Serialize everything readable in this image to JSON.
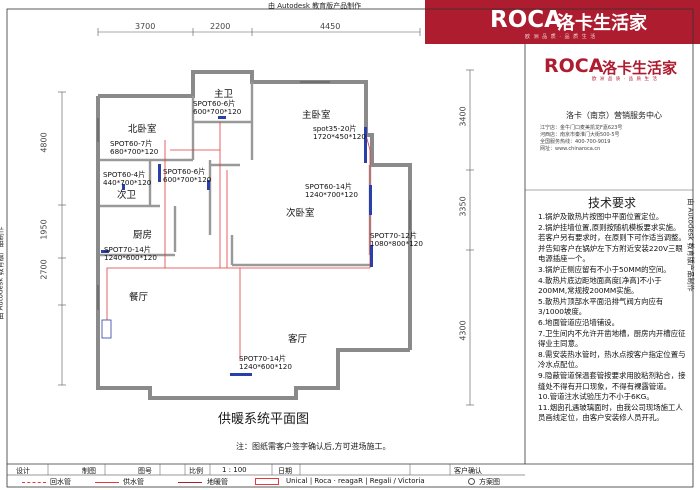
{
  "watermark": "由 Autodesk 教育版产品制作",
  "header": {
    "brand_latin": "ROCA",
    "brand_cn": "洛卡生活家",
    "tagline": "欧 洲 品 质 · 品 质 生 活"
  },
  "company": {
    "brand_latin": "ROCA",
    "brand_cn": "洛卡生活家",
    "tagline": "欧 洲 品 质 · 品 质 生 活",
    "name": "洛卡（南京）营销服务中心",
    "addr1": "江宁店：金牛门口麦美凯龙F嘉623号",
    "addr2": "河西店：南京市秦淮门大街500-5号",
    "phone": "全国服务热线：400-700-9019",
    "web": "网址：www.chinaroca.cn"
  },
  "dimensions": {
    "top": [
      "3700",
      "2200",
      "4450"
    ],
    "left": [
      "4800",
      "1950",
      "2700"
    ],
    "right": [
      "3400",
      "3350",
      "4300"
    ]
  },
  "rooms": {
    "north_bedroom": "北卧室",
    "main_bath": "主卫",
    "master_bedroom": "主卧室",
    "second_bath": "次卫",
    "second_bedroom": "次卧室",
    "kitchen": "厨房",
    "dining": "餐厅",
    "living": "客厅"
  },
  "radiators": [
    {
      "model": "SPOT60-6片",
      "size": "600*700*120"
    },
    {
      "model": "spot35-20片",
      "size": "1720*450*120"
    },
    {
      "model": "SPOT60-7片",
      "size": "680*700*120"
    },
    {
      "model": "SPOT60-4片",
      "size": "440*700*120"
    },
    {
      "model": "SPOT60-6片",
      "size": "600*700*120"
    },
    {
      "model": "SPOT60-14片",
      "size": "1240*700*120"
    },
    {
      "model": "SPOT70-12片",
      "size": "1080*800*120"
    },
    {
      "model": "SPOT70-14片",
      "size": "1240*600*120"
    },
    {
      "model": "SPOT70-14片",
      "size": "1240*600*120"
    }
  ],
  "plan_title": "供暖系统平面图",
  "plan_note": "注：图纸需客户签字确认后,方可进场施工。",
  "notes_title": "技术要求",
  "notes": [
    "1.锅炉及散热片按图中平面位置定位。",
    "2.锅炉挂墙位置,原则按随机模板要求实施。若客户另有要求时，在原则下可作适当调整。并告知客户在锅炉左下方附近安装220V三眼电源插座一个。",
    "3.锅炉正侧应留有不小于50MM的空间。",
    "4.散热片底边距地面高度[净高]不小于200MM,常规按200MM实施。",
    "5.散热片顶部水平面沿排气阀方向应有3/1000坡度。",
    "6.地面管道应沿墙铺设。",
    "7.卫生间内不允许开凿地槽，厨房内开槽应征得业主同意。",
    "8.需安装热水管时，热水点按客户指定位置与冷水点配位。",
    "9.隐蔽管道保温套管按要求用胶粘剂粘合，接缝处不得有开口现象，不得有裸露管道。",
    "10.管道注水试验压力不小于6KG。",
    "11.烟囱孔遇玻璃面时，由我公司现场施工人员画线定位，由客户安装修人员开孔。"
  ],
  "title_block": {
    "design": "设计",
    "draw": "制图",
    "drawing_no": "图号",
    "scale_label": "比例",
    "scale_value": "1 : 100",
    "date": "日期",
    "customer_confirm": "客户确认"
  },
  "legend": {
    "return": "回水管",
    "supply": "供水管",
    "floor": "地暖管",
    "products": "Unical | Roca  ·  reagaR | Regali / Victoria",
    "scheme": "方案图"
  }
}
